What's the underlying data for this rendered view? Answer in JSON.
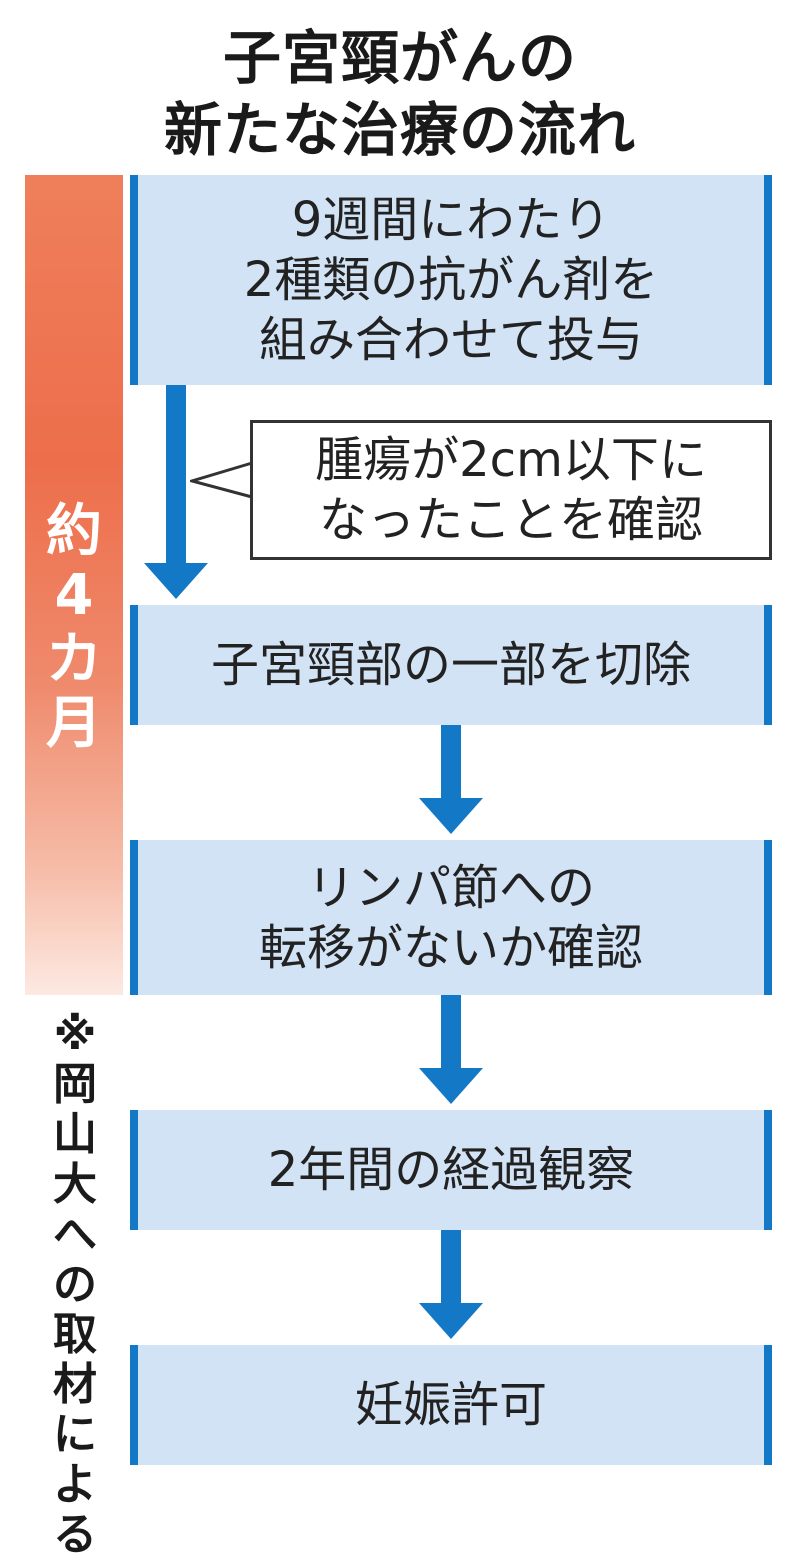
{
  "title": {
    "line1": "子宮頸がんの",
    "line2": "新たな治療の流れ"
  },
  "duration": {
    "chars": [
      "約",
      "4",
      "カ",
      "月"
    ]
  },
  "note": {
    "chars": [
      "※",
      "岡",
      "山",
      "大",
      "へ",
      "の",
      "取",
      "材",
      "に",
      "よ",
      "る"
    ]
  },
  "steps": [
    {
      "lines": [
        "9週間にわたり",
        "2種類の抗がん剤を",
        "組み合わせて投与"
      ]
    },
    {
      "lines": [
        "子宮頸部の一部を切除"
      ]
    },
    {
      "lines": [
        "リンパ節への",
        "転移がないか確認"
      ]
    },
    {
      "lines": [
        "2年間の経過観察"
      ]
    },
    {
      "lines": [
        "妊娠許可"
      ]
    }
  ],
  "callout": {
    "lines": [
      "腫瘍が2cm以下に",
      "なったことを確認"
    ]
  },
  "colors": {
    "step_fill": "#d2e3f5",
    "step_border": "#1378c6",
    "arrow": "#1378c6",
    "duration_bar": "#ed6e4b"
  }
}
